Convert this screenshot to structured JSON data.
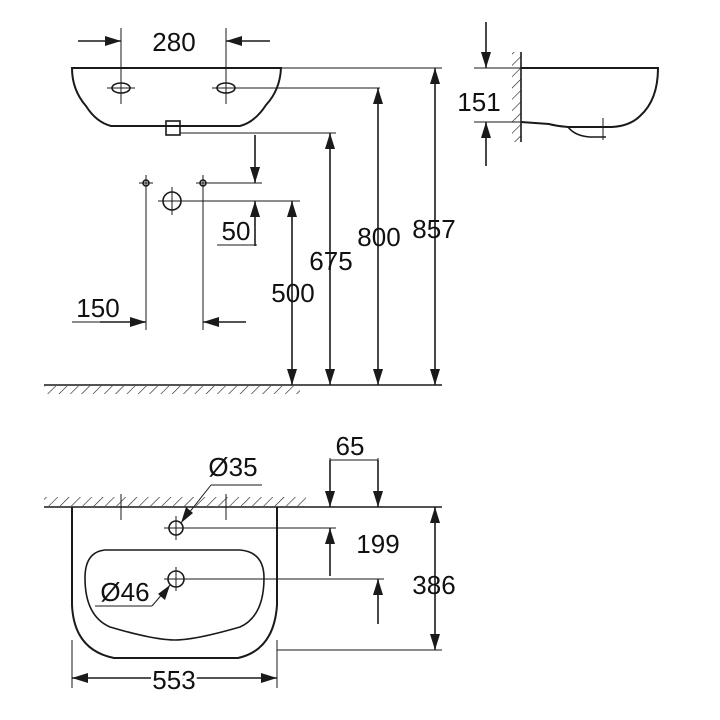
{
  "dimensions": {
    "tap_hole_spacing": "280",
    "wall_projection": "151",
    "drain_offset": "50",
    "supply_spacing": "150",
    "height_675": "675",
    "height_500": "500",
    "height_800": "800",
    "height_857": "857",
    "tap_hole_diameter": "Ø35",
    "tap_hole_from_wall_side": "65",
    "tap_hole_depth": "199",
    "basin_depth": "386",
    "waste_diameter": "Ø46",
    "basin_width": "553"
  },
  "colors": {
    "line": "#1a1a1a",
    "background": "#ffffff"
  }
}
